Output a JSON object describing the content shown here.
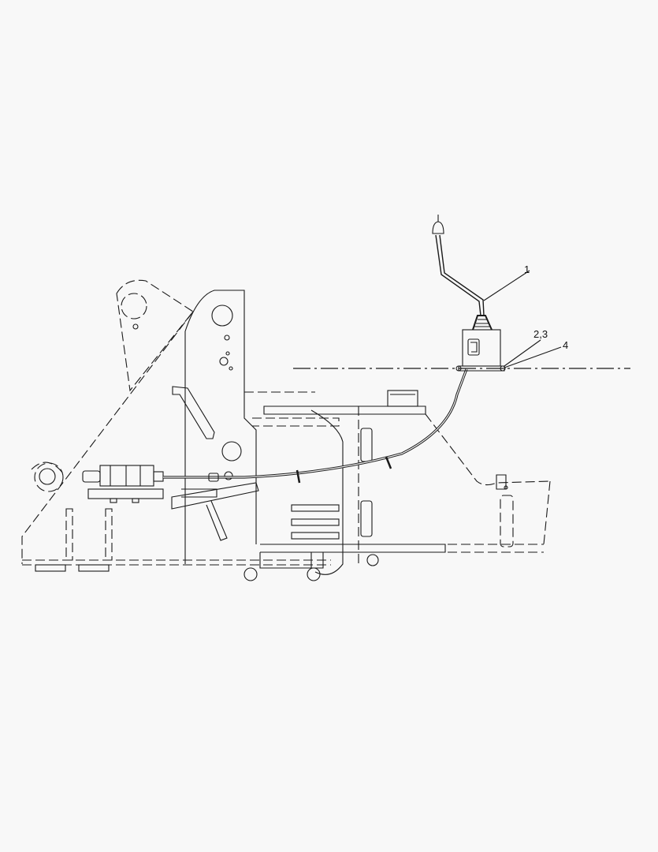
{
  "callouts": {
    "item1": "1",
    "item23": "2,3",
    "item4": "4"
  },
  "colors": {
    "background": "#f8f8f8",
    "line": "#1a1a1a"
  }
}
